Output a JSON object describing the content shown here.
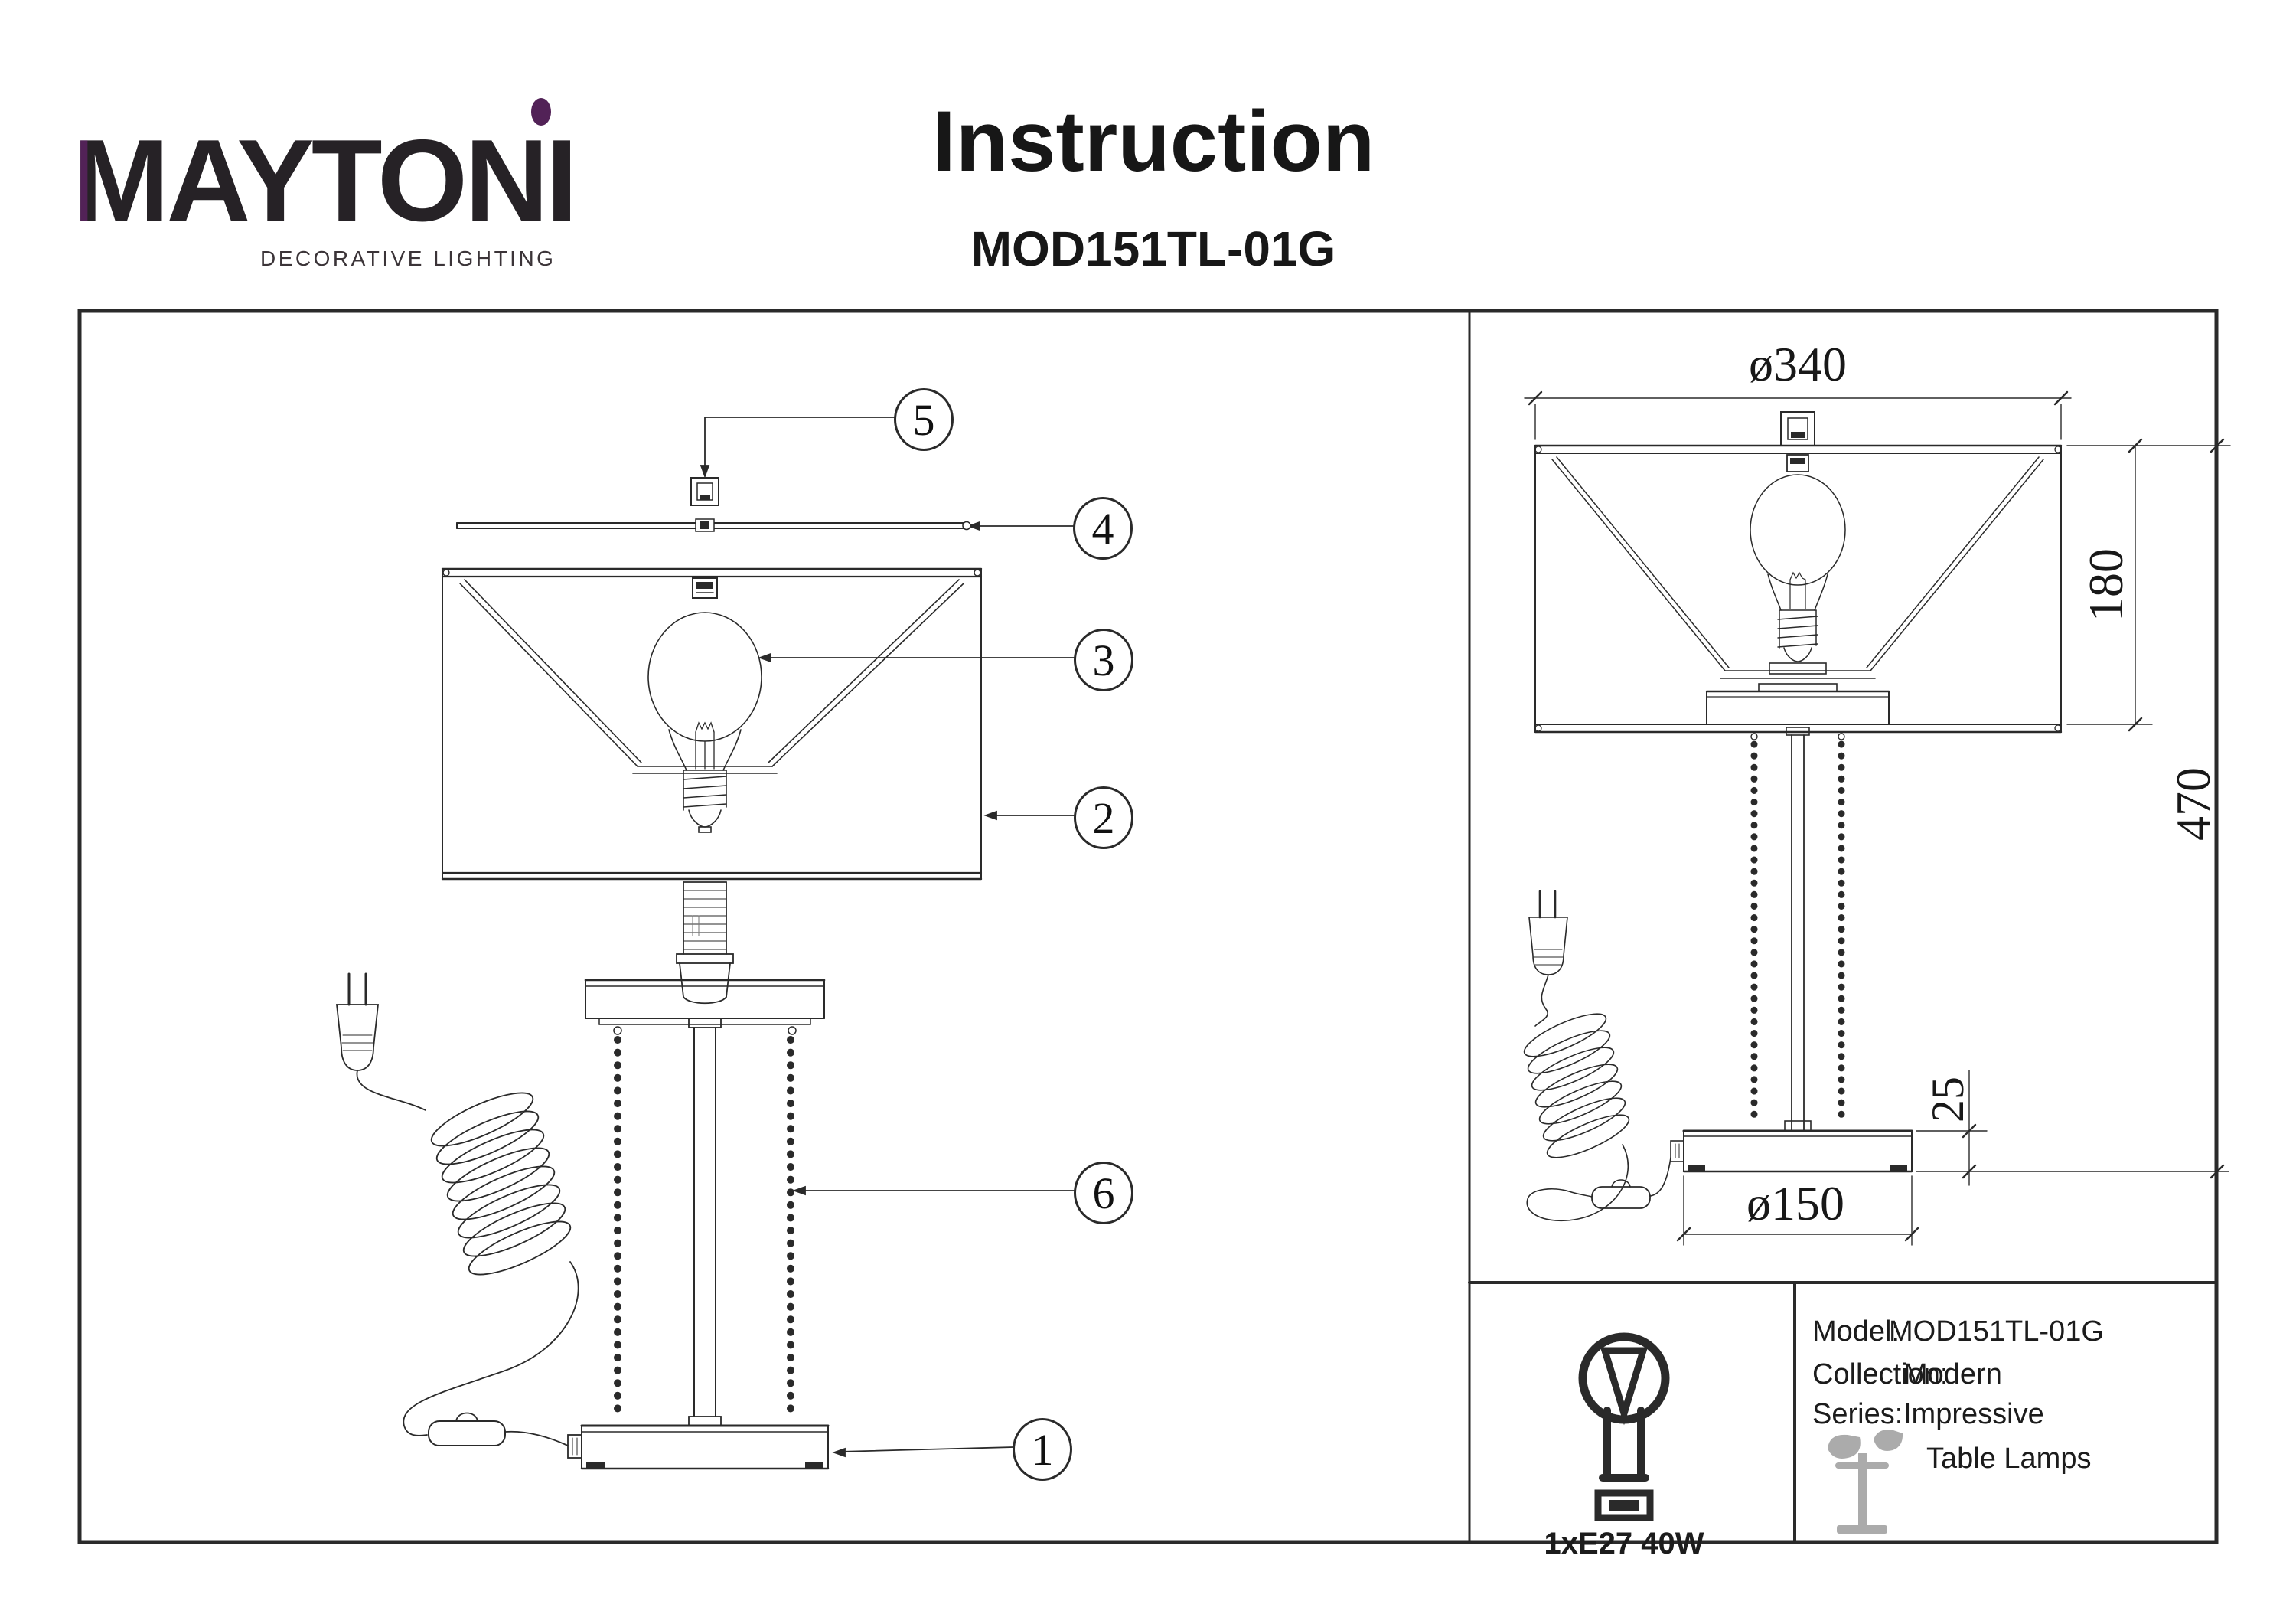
{
  "brand": {
    "name": "MAYTONI",
    "tagline": "DECORATIVE LIGHTING"
  },
  "doc": {
    "title": "Instruction",
    "model": "MOD151TL-01G"
  },
  "colors": {
    "accent_purple": "#522257",
    "line_ink": "#2a2a2a",
    "watermark_gray": "#ababab"
  },
  "callouts": {
    "c1": "1",
    "c2": "2",
    "c3": "3",
    "c4": "4",
    "c5": "5",
    "c6": "6"
  },
  "dimensions": {
    "shade_diameter": "ø340",
    "shade_height": "180",
    "total_height": "470",
    "base_height": "25",
    "base_diameter": "ø150"
  },
  "lamp_spec": {
    "bulb": "1xE27 40W"
  },
  "info": {
    "model_label": "Model:",
    "model_value": "MOD151TL-01G",
    "collection_label": "Collection:",
    "collection_value": "Modern",
    "series_label": "Series:",
    "series_value": "Impressive",
    "series_value_line2": "Table Lamps"
  }
}
